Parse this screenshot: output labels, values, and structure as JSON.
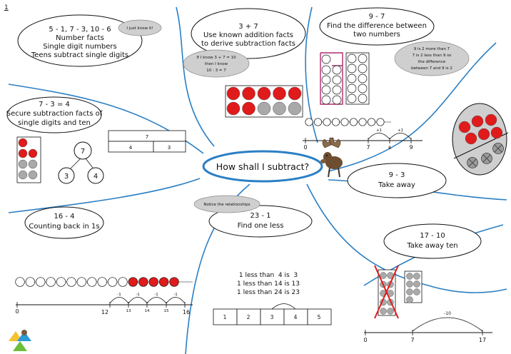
{
  "page_number": "1",
  "center": {
    "title": "How shall I subtract?"
  },
  "sections": {
    "number_facts": {
      "lines": [
        "5 - 1, 7 - 3, 10 - 6",
        "Number facts",
        "Single digit numbers",
        "Teens subtract single digits"
      ],
      "bubble": "I just know it!"
    },
    "derive": {
      "lines": [
        "3 + 7",
        "Use known addition facts",
        "to derive subtraction facts"
      ],
      "bubble": [
        "If I know 3 + 7 = 10",
        "then I know",
        "10 - 3 = 7"
      ]
    },
    "difference": {
      "lines": [
        "9 - 7",
        "Find the difference between",
        "two numbers"
      ],
      "bubble": [
        "9 is 2 more than 7",
        "7 is 2 less than 9 so",
        "the difference",
        "between 7 and 9 is 2"
      ],
      "number_line": {
        "labels": [
          "0",
          "7",
          "8",
          "9"
        ],
        "jumps": [
          "+1",
          "+1"
        ]
      }
    },
    "secure": {
      "lines": [
        "7 - 3 = 4",
        "Secure subtraction facts of",
        "single digits and ten"
      ],
      "bar_model": {
        "whole": "7",
        "parts": [
          "4",
          "3"
        ]
      },
      "part_whole": {
        "whole": "7",
        "parts": [
          "3",
          "4"
        ]
      }
    },
    "take_away": {
      "lines": [
        "9 - 3",
        "Take away"
      ]
    },
    "counting_back": {
      "lines": [
        "16 - 4",
        "Counting back in 1s"
      ],
      "number_line": {
        "labels": [
          "0",
          "12",
          "16"
        ],
        "small_labels": [
          "13",
          "14",
          "15"
        ],
        "jumps": [
          "-1",
          "-1",
          "-1",
          "-1"
        ]
      }
    },
    "one_less": {
      "note": "Notice the relationships",
      "lines": [
        "23 - 1",
        "Find one less"
      ],
      "facts": [
        "1 less than  4 is  3",
        "1 less than 14 is 13",
        "1 less than 24 is 23"
      ],
      "track": [
        "1",
        "2",
        "3",
        "4",
        "5"
      ]
    },
    "take_away_ten": {
      "lines": [
        "17 - 10",
        "Take away ten"
      ],
      "number_line": {
        "labels": [
          "0",
          "7",
          "17"
        ],
        "jump": "-10"
      }
    }
  },
  "colors": {
    "ink": "#111111",
    "accent_blue": "#2a7fc4",
    "counter_red": "#e01b1b",
    "counter_grey": "#a9a9a9",
    "frame_magenta": "#b0286e",
    "bubble_grey": "#cfcfcf"
  }
}
